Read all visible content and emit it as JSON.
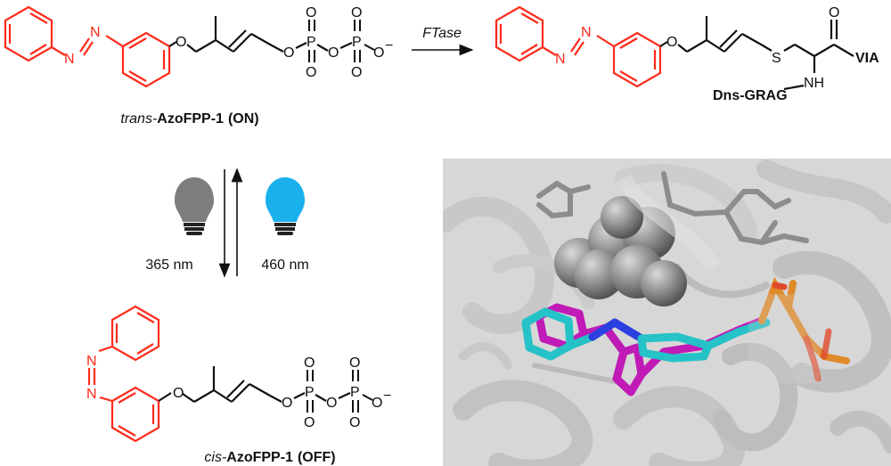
{
  "colors": {
    "azo": "#ff2a1a",
    "bond": "#111111",
    "lamp_uv": "#7d7d7d",
    "lamp_blue": "#1ab0ee",
    "protein_bg": "#d7d7d7",
    "ribbon": "#c4c4c4",
    "sphere": "#8a8a8a",
    "ligand_magenta": "#c01ab7",
    "ligand_cyan": "#25c2c7",
    "phosphate_orange": "#e08a2a",
    "nitrogen_blue": "#2c3fe0"
  },
  "atoms": {
    "n": "N",
    "o": "O",
    "p": "P",
    "s": "S",
    "nh": "NH",
    "minus": "−",
    "via": "VIA",
    "dns": "Dns-GRAG"
  },
  "reaction": {
    "enzyme": "FTase"
  },
  "trans": {
    "prefix": "trans-",
    "name": "AzoFPP-1",
    "state": "(ON)"
  },
  "cis": {
    "prefix": "cis-",
    "name": "AzoFPP-1",
    "state": "(OFF)"
  },
  "switch": {
    "uv_label": "365 nm",
    "vis_label": "460 nm",
    "uv_icon": "lightbulb-icon",
    "vis_icon": "lightbulb-icon"
  }
}
